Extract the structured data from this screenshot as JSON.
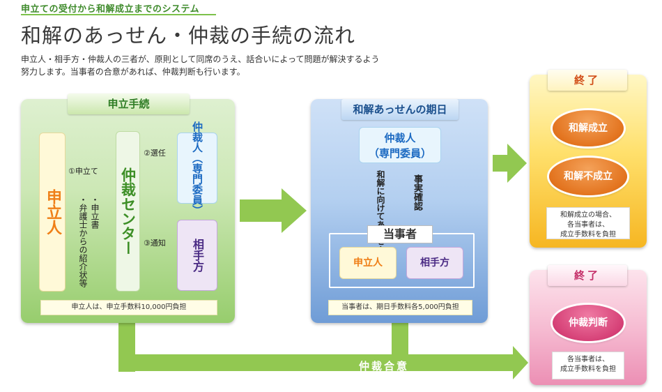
{
  "header": {
    "subtitle": "申立ての受付から和解成立までのシステム",
    "title": "和解のあっせん・仲裁の手続の流れ",
    "description_line1": "申立人・相手方・仲裁人の三者が、原則として同席のうえ、話合いによって問題が解決するよう",
    "description_line2": "努力します。当事者の合意があれば、仲裁判断も行います。"
  },
  "filing": {
    "tab": "申立手続",
    "applicant": "申立人",
    "step1": "①申立て",
    "docs": [
      "・申立書",
      "・弁護士からの紹介状等"
    ],
    "center": "仲裁センター",
    "step2": "②選任",
    "arbitrator": "仲裁人（専門委員）",
    "step3": "③通知",
    "respondent": "相手方",
    "fee_note": "申立人は、申立手数料10,000円負担"
  },
  "hearing": {
    "tab": "和解あっせんの期日",
    "arbitrator_line1": "仲裁人",
    "arbitrator_line2": "（専門委員）",
    "mediation": "和解に向けてあっせん",
    "fact_check": "事実確認",
    "parties": "当事者",
    "applicant": "申立人",
    "respondent": "相手方",
    "fee_note": "当事者は、期日手数料各5,000円負担"
  },
  "end_settlement": {
    "tab": "終了",
    "result_success": "和解成立",
    "result_failure": "和解不成立",
    "note": [
      "和解成立の場合、",
      "各当事者は、",
      "成立手数料を負担"
    ]
  },
  "end_arbitration": {
    "tab": "終了",
    "result": "仲裁判断",
    "note": [
      "各当事者は、",
      "成立手数料を負担"
    ]
  },
  "flow": {
    "agreement_label": "仲裁合意",
    "arrow_color": "#92c851"
  },
  "colors": {
    "green": "#92c851",
    "blue": "#6f9cd6",
    "orange": "#f6b622",
    "pink": "#ec8fb4",
    "applicant_text": "#ef7f17"
  }
}
